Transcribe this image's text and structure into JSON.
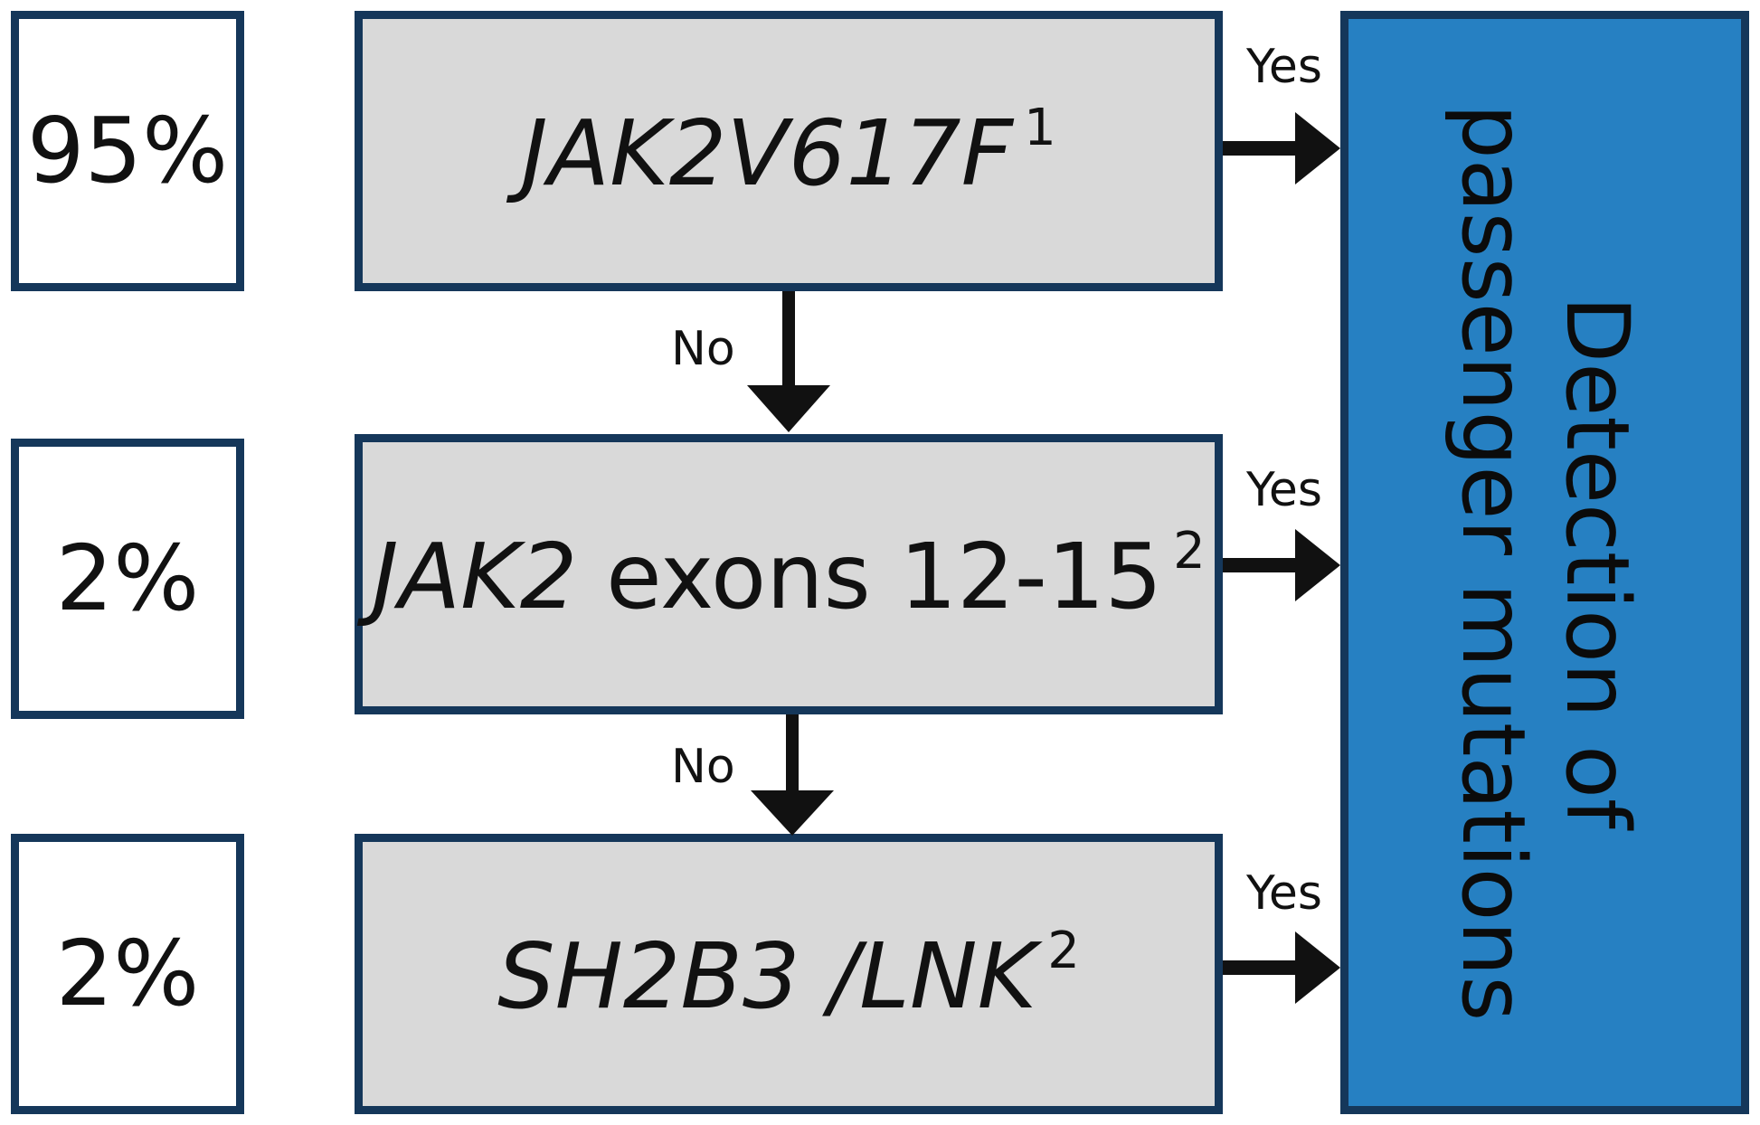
{
  "rows": [
    {
      "percentage": "95%",
      "test_italic": "JAK2V617F",
      "test_plain": "",
      "superscript": "1",
      "edge_yes": "Yes",
      "edge_no": "No"
    },
    {
      "percentage": "2%",
      "test_italic": "JAK2",
      "test_plain": " exons 12-15",
      "superscript": "2",
      "edge_yes": "Yes",
      "edge_no": "No"
    },
    {
      "percentage": "2%",
      "test_italic": "SH2B3 /LNK",
      "test_plain": "",
      "superscript": "2",
      "edge_yes": "Yes"
    }
  ],
  "result": {
    "line1": "Detection of",
    "line2": "passenger mutations"
  },
  "colors": {
    "border": "#15375a",
    "test_fill": "#d9d9d9",
    "result_fill": "#2680c2",
    "arrow": "#111111"
  }
}
